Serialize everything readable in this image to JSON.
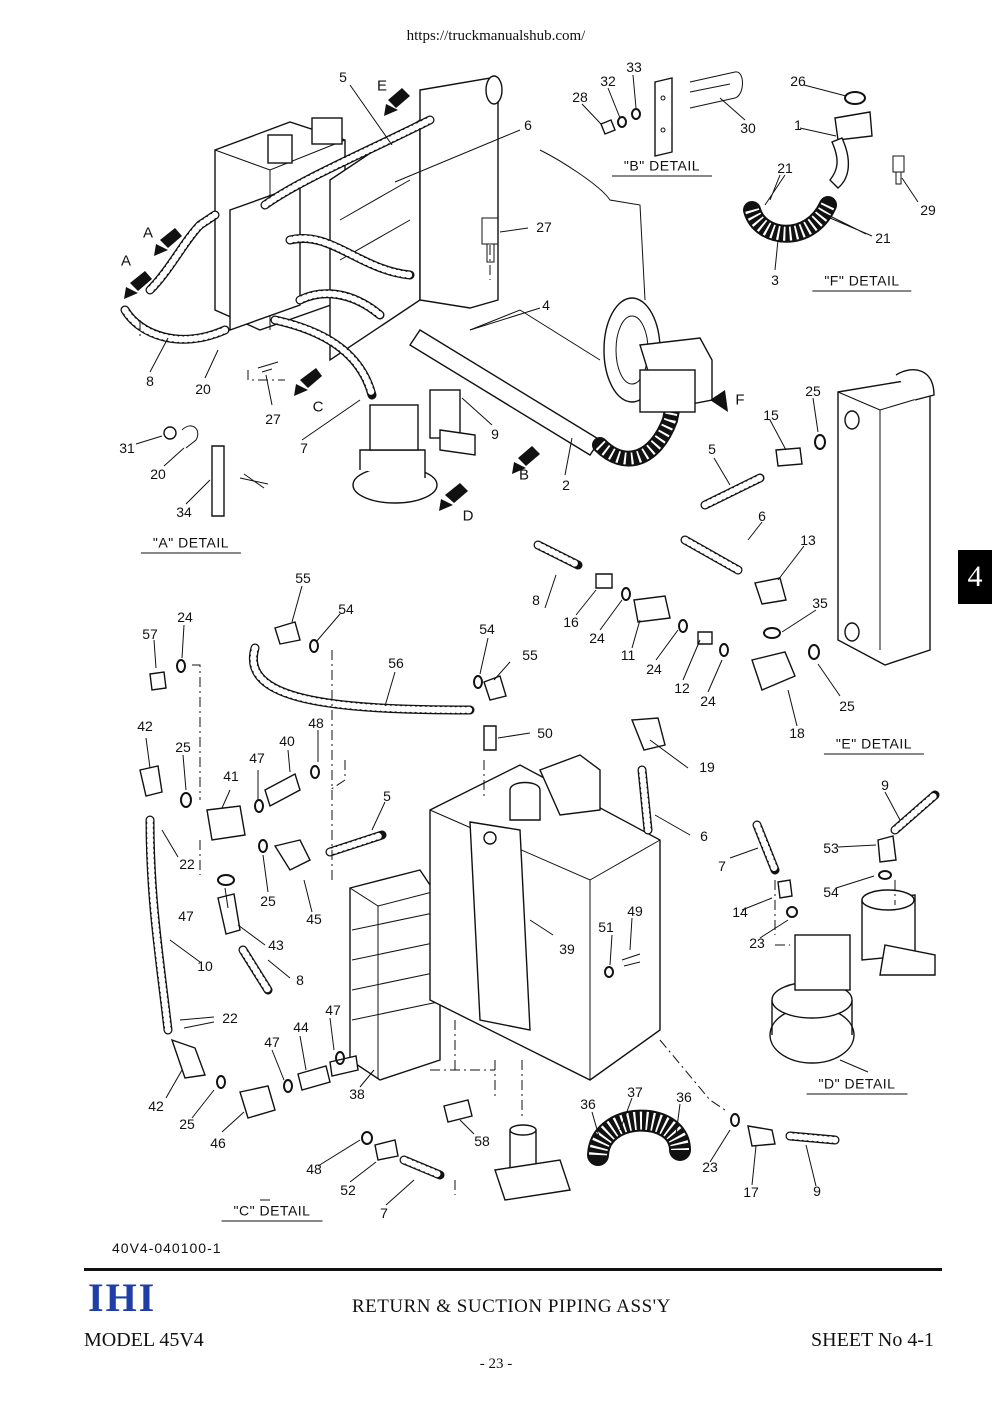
{
  "header": {
    "url": "https://truckmanualshub.com/"
  },
  "section_tab": "4",
  "callouts": {
    "c5a": "5",
    "c6a": "6",
    "c27a": "27",
    "c4": "4",
    "c8a": "8",
    "c20a": "20",
    "c27b": "27",
    "c7a": "7",
    "c9a": "9",
    "c2": "2",
    "c28": "28",
    "c32": "32",
    "c33": "33",
    "c30": "30",
    "c26": "26",
    "c1": "1",
    "c29": "29",
    "c21a": "21",
    "c21b": "21",
    "c3": "3",
    "c31": "31",
    "c20b": "20",
    "c34": "34",
    "c25a": "25",
    "c15": "15",
    "c5b": "5",
    "c6b": "6",
    "c13": "13",
    "c8b": "8",
    "c16": "16",
    "c24a": "24",
    "c11": "11",
    "c24b": "24",
    "c12": "12",
    "c24c": "24",
    "c35": "35",
    "c18": "18",
    "c25b": "25",
    "c55a": "55",
    "c54a": "54",
    "c57": "57",
    "c24d": "24",
    "c54b": "54",
    "c56": "56",
    "c55b": "55",
    "c48a": "48",
    "c42a": "42",
    "c25c": "25",
    "c47a": "47",
    "c40": "40",
    "c41": "41",
    "c50": "50",
    "c5c": "5",
    "c19": "19",
    "c6c": "6",
    "c22a": "22",
    "c47b": "47",
    "c25d": "25",
    "c45": "45",
    "c43": "43",
    "c8c": "8",
    "c10": "10",
    "c39": "39",
    "c51": "51",
    "c49": "49",
    "c22b": "22",
    "c44": "44",
    "c47c": "47",
    "c47d": "47",
    "c38": "38",
    "c42b": "42",
    "c25e": "25",
    "c46": "46",
    "c58": "58",
    "c37": "37",
    "c36a": "36",
    "c36b": "36",
    "c23a": "23",
    "c17": "17",
    "c9b": "9",
    "c48b": "48",
    "c52": "52",
    "c7b": "7",
    "c9c": "9",
    "c53": "53",
    "c7c": "7",
    "c54c": "54",
    "c14": "14",
    "c23b": "23"
  },
  "arrows": {
    "A1": "A",
    "A2": "A",
    "B": "B",
    "C": "C",
    "D": "D",
    "E": "E",
    "F": "F"
  },
  "details": {
    "a": "\"A\" DETAIL",
    "b": "\"B\" DETAIL",
    "c": "\"C\" DETAIL",
    "d": "\"D\" DETAIL",
    "e": "\"E\" DETAIL",
    "f": "\"F\" DETAIL"
  },
  "footer": {
    "drawing_number": "40V4-040100-1",
    "logo": "IHI",
    "title": "RETURN & SUCTION PIPING ASS'Y",
    "model": "MODEL 45V4",
    "sheet": "SHEET No 4-1",
    "page": "- 23 -"
  },
  "colors": {
    "logo": "#1f3ea8",
    "ink": "#111111",
    "tab_bg": "#000000"
  }
}
